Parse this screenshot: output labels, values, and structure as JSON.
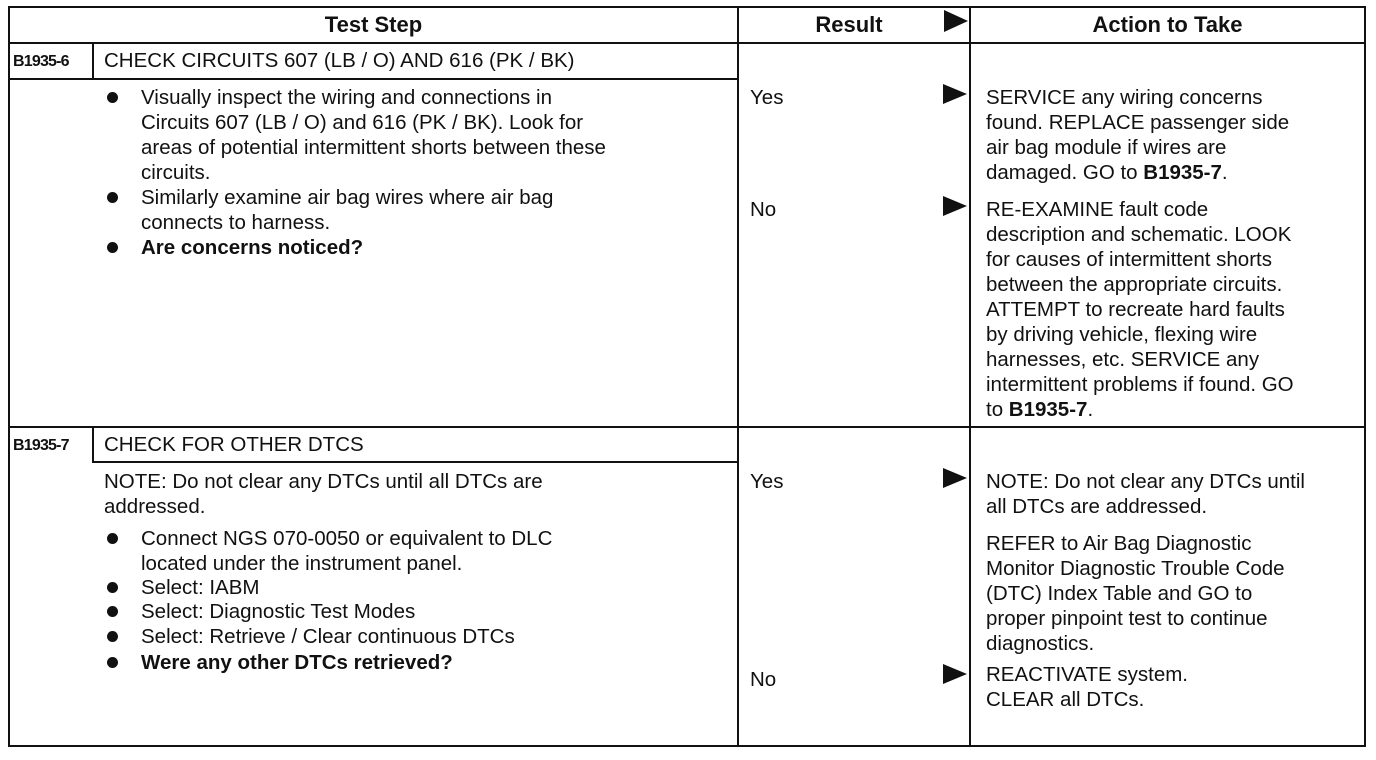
{
  "header": {
    "test_step": "Test Step",
    "result": "Result",
    "action": "Action to Take"
  },
  "steps": [
    {
      "code": "B1935-6",
      "title": "CHECK CIRCUITS 607 (LB / O) AND 616 (PK / BK)",
      "bullets": [
        [
          "Visually inspect the wiring and connections in",
          "Circuits 607 (LB / O) and 616 (PK / BK). Look for",
          "areas of potential intermittent shorts between these",
          "circuits."
        ],
        [
          "Similarly examine air bag wires where air bag",
          "connects to harness."
        ],
        [
          "Are concerns noticed?"
        ]
      ],
      "yes_label": "Yes",
      "no_label": "No",
      "yes_action": [
        "SERVICE any wiring concerns",
        "found. REPLACE passenger side",
        "air bag module if wires are",
        "damaged. GO to "
      ],
      "yes_action_ref": "B1935-7",
      "yes_action_end": ".",
      "no_action": [
        "RE-EXAMINE fault code",
        "description and schematic. LOOK",
        "for causes of intermittent shorts",
        "between the appropriate circuits.",
        "ATTEMPT to recreate hard faults",
        "by driving vehicle, flexing wire",
        "harnesses, etc. SERVICE any",
        "intermittent problems if found. GO",
        "to "
      ],
      "no_action_ref": "B1935-7",
      "no_action_end": "."
    },
    {
      "code": "B1935-7",
      "title": "CHECK FOR OTHER DTCS",
      "note": [
        "NOTE: Do not clear any DTCs until all DTCs are",
        "addressed."
      ],
      "bullets": [
        [
          "Connect NGS 070-0050 or equivalent to DLC",
          "located under the instrument panel."
        ],
        [
          "Select: IABM"
        ],
        [
          "Select: Diagnostic Test Modes"
        ],
        [
          "Select: Retrieve / Clear continuous DTCs"
        ],
        [
          "Were any other DTCs retrieved?"
        ]
      ],
      "yes_label": "Yes",
      "no_label": "No",
      "yes_note": [
        "NOTE: Do not clear any DTCs until",
        "all DTCs are addressed."
      ],
      "yes_action": [
        "REFER to Air Bag Diagnostic",
        "Monitor Diagnostic Trouble Code",
        "(DTC) Index Table and GO to",
        "proper pinpoint test to continue",
        "diagnostics."
      ],
      "no_action": [
        "REACTIVATE system.",
        "CLEAR all DTCs."
      ]
    }
  ]
}
